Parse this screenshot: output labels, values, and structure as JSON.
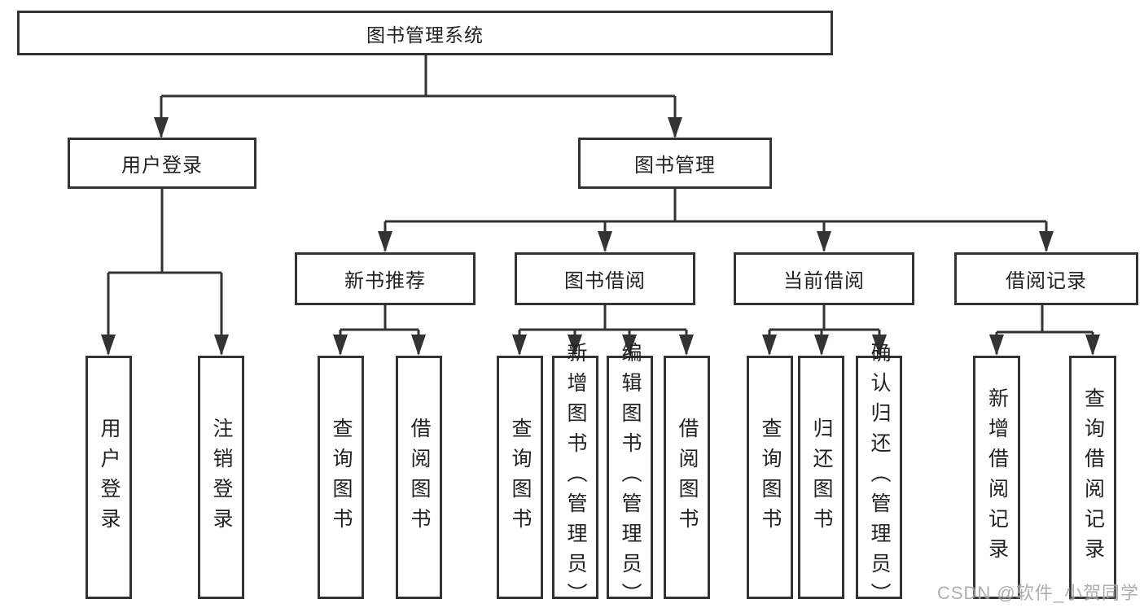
{
  "diagram": {
    "root": {
      "label": "图书管理系统"
    },
    "level1": [
      {
        "label": "用户登录"
      },
      {
        "label": "图书管理"
      }
    ],
    "level2": [
      {
        "label": "新书推荐"
      },
      {
        "label": "图书借阅"
      },
      {
        "label": "当前借阅"
      },
      {
        "label": "借阅记录"
      }
    ],
    "leaves": {
      "user_login": [
        "用户登录",
        "注销登录"
      ],
      "new_book": [
        "查询图书",
        "借阅图书"
      ],
      "book_borrow": [
        "查询图书",
        "新增图书（管理员）",
        "编辑图书（管理员）",
        "借阅图书"
      ],
      "current_borrow": [
        "查询图书",
        "归还图书",
        "确认归还（管理员）"
      ],
      "borrow_record": [
        "新增借阅记录",
        "查询借阅记录"
      ]
    }
  },
  "watermark": {
    "text": "CSDN @软件_小贺同学"
  },
  "colors": {
    "line": "#333333",
    "text": "#222222",
    "background": "#ffffff",
    "watermark": "#a0a0a0"
  }
}
